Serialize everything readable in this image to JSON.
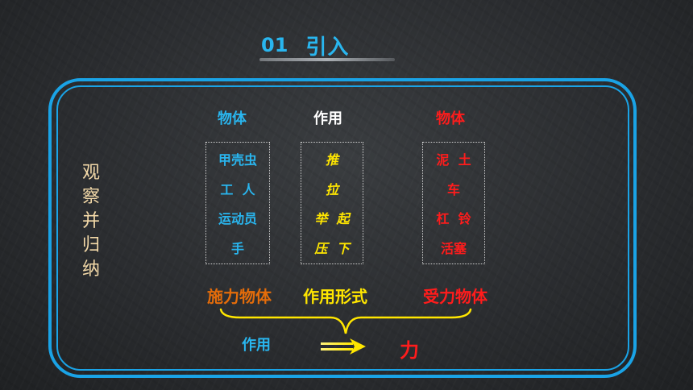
{
  "title": {
    "number": "01",
    "text": "引入"
  },
  "side_label": [
    "观",
    "察",
    "并",
    "归",
    "纳"
  ],
  "columns": {
    "left": {
      "header": "物体",
      "items": [
        "甲壳虫",
        "工  人",
        "运动员",
        "手"
      ]
    },
    "middle": {
      "header": "作用",
      "items": [
        "推",
        "拉",
        "举  起",
        "压  下"
      ]
    },
    "right": {
      "header": "物体",
      "items": [
        "泥  土",
        "车",
        "杠  铃",
        "活塞"
      ]
    }
  },
  "categories": {
    "left": "施力物体",
    "middle": "作用形式",
    "right": "受力物体"
  },
  "bottom": {
    "left_label": "作用",
    "right_label": "力"
  },
  "colors": {
    "blue": "#29b6ef",
    "yellow": "#ffe600",
    "red": "#ff1c1c",
    "orange": "#e46c0a",
    "side_text": "#f3d9a8",
    "frame": "#1aa3e6"
  },
  "icons": {
    "arrow": "double-arrow-icon",
    "brace": "curly-brace-icon"
  }
}
